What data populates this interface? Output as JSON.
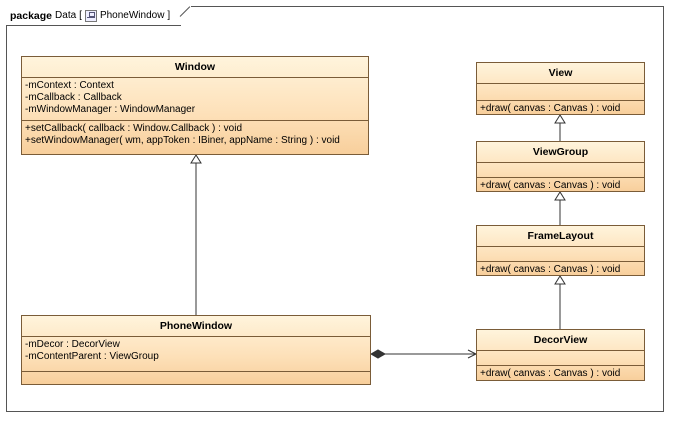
{
  "package": {
    "keyword": "package",
    "name": "Data",
    "bracket_open": "[",
    "diagram_icon": "class-diagram-icon",
    "diagram_name": "PhoneWindow",
    "bracket_close": "]"
  },
  "classes": {
    "window": {
      "name": "Window",
      "attributes": [
        "-mContext : Context",
        "-mCallback : Callback",
        "-mWindowManager : WindowManager"
      ],
      "operations": [
        "+setCallback( callback : Window.Callback ) : void",
        "+setWindowManager( wm, appToken : IBiner, appName : String ) : void"
      ]
    },
    "phonewindow": {
      "name": "PhoneWindow",
      "attributes": [
        "-mDecor : DecorView",
        "-mContentParent : ViewGroup"
      ],
      "operations": []
    },
    "view": {
      "name": "View",
      "attributes": [],
      "operations": [
        "+draw( canvas : Canvas ) : void"
      ]
    },
    "viewgroup": {
      "name": "ViewGroup",
      "attributes": [],
      "operations": [
        "+draw( canvas : Canvas ) : void"
      ]
    },
    "framelayout": {
      "name": "FrameLayout",
      "attributes": [],
      "operations": [
        "+draw( canvas : Canvas ) : void"
      ]
    },
    "decorview": {
      "name": "DecorView",
      "attributes": [],
      "operations": [
        "+draw( canvas : Canvas ) : void"
      ]
    }
  },
  "relations": [
    {
      "type": "generalization",
      "from": "PhoneWindow",
      "to": "Window"
    },
    {
      "type": "generalization",
      "from": "ViewGroup",
      "to": "View"
    },
    {
      "type": "generalization",
      "from": "FrameLayout",
      "to": "ViewGroup"
    },
    {
      "type": "generalization",
      "from": "DecorView",
      "to": "FrameLayout"
    },
    {
      "type": "composition",
      "from": "PhoneWindow",
      "to": "DecorView"
    }
  ]
}
